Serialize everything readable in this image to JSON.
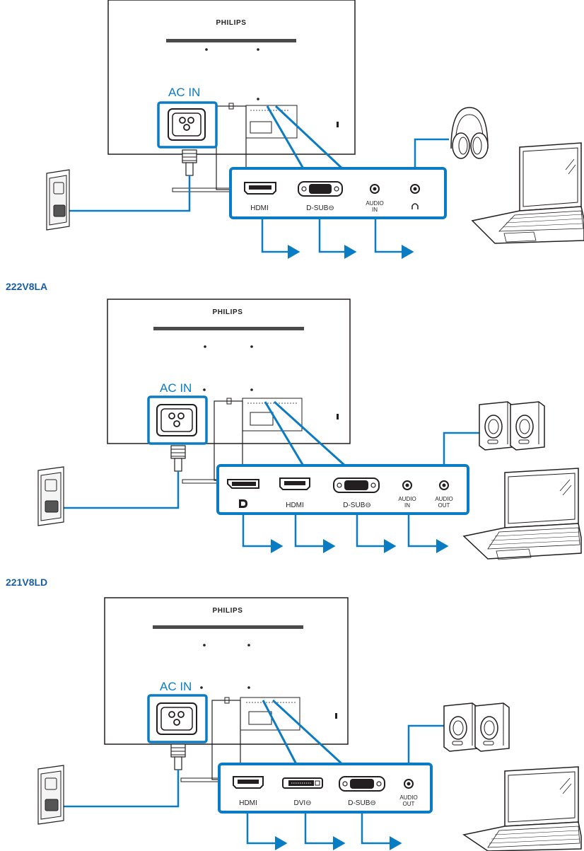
{
  "diagrams": [
    {
      "model": "",
      "brand": "PHILIPS",
      "ac_in_label": "AC IN",
      "ports": [
        "HDMI",
        "D-SUB⊖",
        "AUDIO IN",
        "∩"
      ],
      "peripheral": "headphones-icon"
    },
    {
      "model": "222V8LA",
      "brand": "PHILIPS",
      "ac_in_label": "AC IN",
      "ports": [
        "DP",
        "HDMI",
        "D-SUB⊖",
        "AUDIO IN",
        "AUDIO OUT"
      ],
      "peripheral": "speakers-icon"
    },
    {
      "model": "221V8LD",
      "brand": "PHILIPS",
      "ac_in_label": "AC IN",
      "ports": [
        "HDMI",
        "DVI⊖",
        "D-SUB⊖",
        "AUDIO OUT"
      ],
      "peripheral": "speakers-icon"
    }
  ],
  "texts": {
    "d1": {
      "brand": "PHILIPS",
      "ac_in": "AC IN",
      "hdmi": "HDMI",
      "dsub": "D-SUB⊖",
      "audio_in_1": "AUDIO",
      "audio_in_2": "IN"
    },
    "d2": {
      "model": "222V8LA",
      "brand": "PHILIPS",
      "ac_in": "AC IN",
      "hdmi": "HDMI",
      "dsub": "D-SUB⊖",
      "audio_in_1": "AUDIO",
      "audio_in_2": "IN",
      "audio_out_1": "AUDIO",
      "audio_out_2": "OUT"
    },
    "d3": {
      "model": "221V8LD",
      "brand": "PHILIPS",
      "ac_in": "AC IN",
      "hdmi": "HDMI",
      "dvi": "DVI⊖",
      "dsub": "D-SUB⊖",
      "audio_out_1": "AUDIO",
      "audio_out_2": "OUT"
    }
  },
  "colors": {
    "accent_blue": "#0a7cc4",
    "line_dark": "#231f20",
    "model_text": "#1a5fa3"
  }
}
